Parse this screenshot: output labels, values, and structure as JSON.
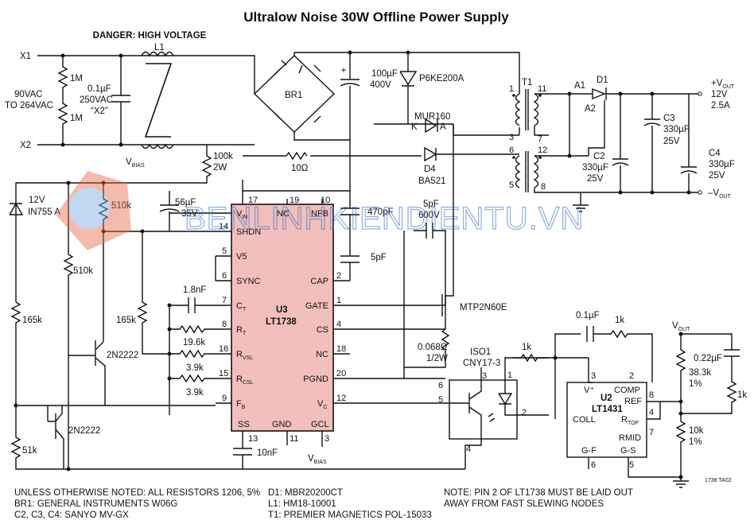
{
  "title": "Ultralow Noise 30W Offline Power Supply",
  "danger": "DANGER: HIGH VOLTAGE",
  "watermark": "BENLINHKIENDIENTU.VN",
  "figure_code": "1738 TA02",
  "inputs": {
    "x1": "X1",
    "x2": "X2",
    "range_line1": "90VAC",
    "range_line2": "TO 264VAC"
  },
  "components": {
    "r_1m_top": "1M",
    "r_1m_bottom": "1M",
    "c_x2_value": "0.1µF",
    "c_x2_voltage": "250VAC",
    "c_x2_type": "“X2”",
    "l1": "L1",
    "br1": "BR1",
    "c_bulk_value": "100µF",
    "c_bulk_voltage": "400V",
    "r_100k": "100k",
    "r_100k_power": "2W",
    "r_10ohm": "10Ω",
    "p6ke": "P6KE200A",
    "mur160": "MUR160",
    "k": "K",
    "a": "A",
    "d4": "D4",
    "ba521": "BA521",
    "t1": "T1",
    "a1": "A1",
    "a2": "A2",
    "d1": "D1",
    "c2_name": "C2",
    "c2_value": "330µF",
    "c2_voltage": "25V",
    "c3_name": "C3",
    "c3_value": "330µF",
    "c3_voltage": "25V",
    "c4_name": "C4",
    "c4_value": "330µF",
    "c4_voltage": "25V",
    "vout_pos": "+V",
    "vout_pos_sub": "OUT",
    "vout_v": "12V",
    "vout_a": "2.5A",
    "vout_neg": "–V",
    "vout_neg_sub": "OUT",
    "vbias": "V",
    "vbias_sub": "BIAS",
    "zener_v": "12V",
    "zener_type": "IN755 A",
    "r_510k_a": "510k",
    "r_510k_b": "510k",
    "c_56u_value": "56µF",
    "c_56u_voltage": "35V",
    "r_165k_a": "165k",
    "r_165k_b": "165k",
    "q_2n2222_a": "2N2222",
    "q_2n2222_b": "2N2222",
    "r_51k": "51k",
    "c_470p": "470pF",
    "c_5p_cap": "5pF",
    "c_5p_600_value": "5pF",
    "c_5p_600_voltage": "600V",
    "c_1n8": "1.8nF",
    "r_19k6": "19.6k",
    "r_3k9_a": "3.9k",
    "r_3k9_b": "3.9k",
    "c_10n": "10nF",
    "mtp": "MTP2N60E",
    "r_sense_value": "0.068Ω",
    "r_sense_power": "1/2W",
    "iso_name": "ISO1",
    "iso_type": "CNY17-3",
    "r_1k_a": "1k",
    "c_0u1": "0.1µF",
    "r_1k_b": "1k",
    "vout_ref": "V",
    "vout_ref_sub": "OUT",
    "c_0u22": "0.22µF",
    "r_38k3": "38.3k",
    "r_38k3_tol": "1%",
    "r_1k_c": "1k",
    "r_10k": "10k",
    "r_10k_tol": "1%"
  },
  "u3": {
    "name": "U3",
    "part": "LT1738",
    "left_pins": [
      {
        "num": "17",
        "label": "V",
        "sub": "IN"
      },
      {
        "num": "14",
        "label": "SHDN",
        "sub": ""
      },
      {
        "num": "5",
        "label": "V5",
        "sub": ""
      },
      {
        "num": "6",
        "label": "SYNC",
        "sub": ""
      },
      {
        "num": "7",
        "label": "C",
        "sub": "T"
      },
      {
        "num": "8",
        "label": "R",
        "sub": "T"
      },
      {
        "num": "16",
        "label": "R",
        "sub": "VSL"
      },
      {
        "num": "15",
        "label": "R",
        "sub": "CSL"
      },
      {
        "num": "9",
        "label": "F",
        "sub": "B"
      }
    ],
    "right_pins": [
      {
        "num": "2",
        "label": "CAP"
      },
      {
        "num": "1",
        "label": "GATE"
      },
      {
        "num": "4",
        "label": "CS"
      },
      {
        "num": "18",
        "label": "NC"
      },
      {
        "num": "20",
        "label": "PGND"
      },
      {
        "num": "12",
        "label": "V",
        "sub": "C"
      }
    ],
    "top_pins": [
      {
        "num": "19",
        "label": "NC"
      },
      {
        "num": "10",
        "label": "NFB"
      }
    ],
    "bottom_pins": [
      {
        "num": "13",
        "label": "SS"
      },
      {
        "num": "11",
        "label": "GND"
      },
      {
        "num": "3",
        "label": "GCL"
      }
    ]
  },
  "u2": {
    "name": "U2",
    "part": "LT1431",
    "pins": {
      "vplus": "V⁺",
      "comp": "COMP",
      "ref": "REF",
      "coll": "COLL",
      "rtop": "R",
      "rtop_sub": "TOP",
      "rmid": "RMID",
      "gf": "G-F",
      "gs": "G-S",
      "n3": "3",
      "n2": "2",
      "n8": "8",
      "n4": "4",
      "n7": "7",
      "n6": "6",
      "n5": "5"
    }
  },
  "transformer_pins": [
    "1",
    "11",
    "3",
    "7",
    "6",
    "12",
    "5",
    "8"
  ],
  "opto_pins": [
    "3",
    "1",
    "6",
    "5",
    "4",
    "2"
  ],
  "notes": {
    "left_1": "UNLESS OTHERWISE NOTED: ALL RESISTORS 1206, 5%",
    "left_2": "BR1: GENERAL INSTRUMENTS W06G",
    "left_3": "C2, C3, C4: SANYO MV-GX",
    "mid_1": "D1: MBR20200CT",
    "mid_2": "L1: HM18-10001",
    "mid_3": "T1: PREMIER MAGNETICS POL-15033",
    "right_1": "NOTE: PIN 2 OF LT1738 MUST BE LAID OUT",
    "right_2": "AWAY FROM FAST SLEWING NODES"
  }
}
